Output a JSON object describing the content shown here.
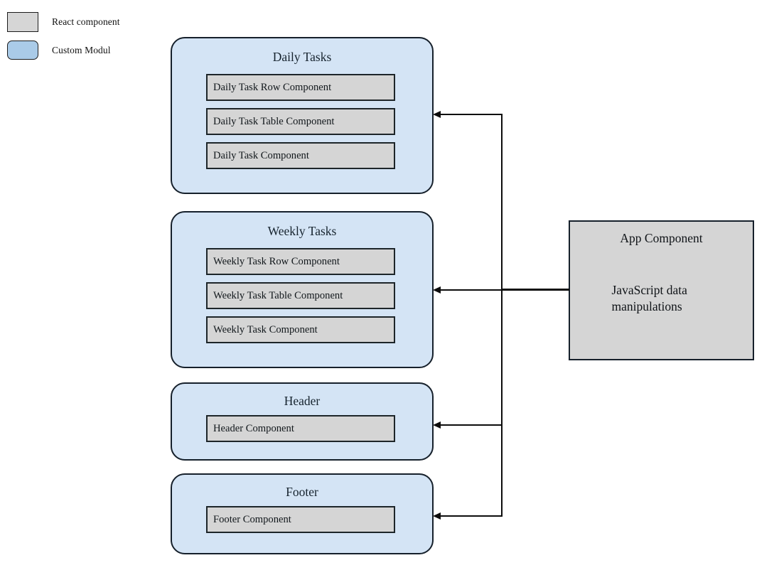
{
  "legend": {
    "items": [
      {
        "label": "React component",
        "swatch": "react",
        "color": "#d6d6d6"
      },
      {
        "label": "Custom Modul",
        "swatch": "modul",
        "color": "#aacbe8"
      }
    ]
  },
  "modules": [
    {
      "title": "Daily Tasks",
      "components": [
        "Daily Task Row Component",
        "Daily Task Table Component",
        "Daily Task Component"
      ]
    },
    {
      "title": "Weekly Tasks",
      "components": [
        "Weekly Task Row Component",
        "Weekly Task Table Component",
        "Weekly Task Component"
      ]
    },
    {
      "title": "Header",
      "components": [
        "Header Component"
      ]
    },
    {
      "title": "Footer",
      "components": [
        "Footer Component"
      ]
    }
  ],
  "app": {
    "title": "App Component",
    "subtitle": "JavaScript data manipulations"
  },
  "colors": {
    "module_fill": "#d4e4f5",
    "component_fill": "#d5d5d5",
    "stroke": "#16202b",
    "text": "#16232e",
    "background": "#ffffff"
  }
}
